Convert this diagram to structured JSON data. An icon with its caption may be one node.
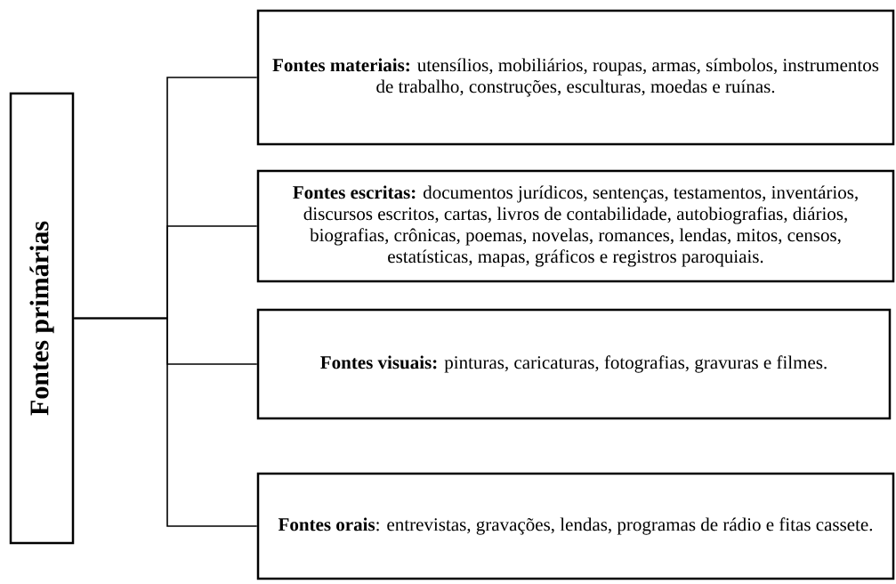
{
  "diagram": {
    "nodes": [
      {
        "text": [
          "Fontes primárias"
        ]
      },
      {
        "text": [
          "**Fontes materiais:** utensílios, mobiliários, roupas, armas, símbolos, instrumentos de trabalho, construções, esculturas, moedas e ruínas."
        ]
      },
      {
        "text": [
          "**Fontes escritas:** documentos jurídicos, sentenças, testamentos, inventários, discursos escritos, cartas, livros de contabilidade, autobiografias, diários, biografias, crônicas, poemas, novelas, romances, lendas, mitos, censos, estatísticas, mapas, gráficos e registros paroquiais."
        ]
      },
      {
        "text": [
          "**Fontes visuais:** pinturas, caricaturas, fotografias, gravuras e filmes."
        ]
      },
      {
        "text": [
          "**Fontes orais**: entrevistas, gravações, lendas, programas de rádio e fitas cassete."
        ]
      }
    ],
    "edges": [
      {
        "from": 0,
        "to": 1,
        "arrow": "none"
      },
      {
        "from": 0,
        "to": 2,
        "arrow": "none"
      },
      {
        "from": 0,
        "to": 3,
        "arrow": "none"
      },
      {
        "from": 0,
        "to": 4,
        "arrow": "none"
      }
    ]
  }
}
